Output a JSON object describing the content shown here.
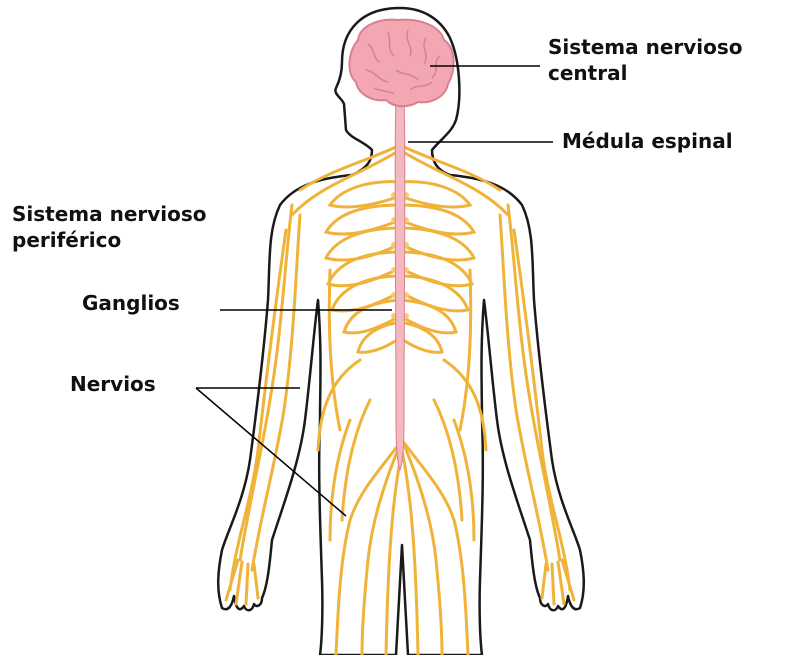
{
  "labels": {
    "central_nervous_system": [
      "Sistema nervioso",
      "central"
    ],
    "spinal_cord": "Médula espinal",
    "peripheral_nervous_system": [
      "Sistema nervioso",
      "periférico"
    ],
    "ganglia": "Ganglios",
    "nerves": "Nervios"
  },
  "colors": {
    "outline": "#1a1a1a",
    "skin": "#ffffff",
    "nerve": "#f0b33a",
    "nerve_light": "#f7cd6a",
    "brain": "#f2a7b2",
    "brain_dark": "#d9808f",
    "spinal_cord": "#f4b8c0",
    "leader_line": "#000000"
  }
}
